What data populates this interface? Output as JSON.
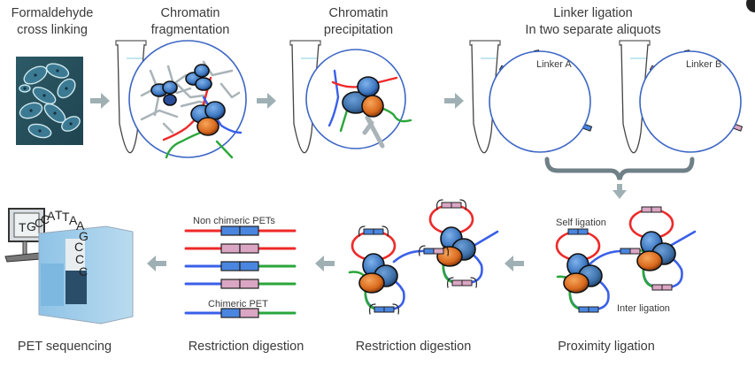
{
  "title": "ChIA-PET workflow",
  "steps": {
    "crosslink": {
      "line1": "Formaldehyde",
      "line2": "cross linking"
    },
    "fragmentation": {
      "line1": "Chromatin",
      "line2": "fragmentation"
    },
    "precipitation": {
      "line1": "Chromatin",
      "line2": "precipitation"
    },
    "linker": {
      "line1": "Linker ligation",
      "line2": "In two  separate aliquots",
      "linker_a": "Linker A",
      "linker_b": "Linker B"
    },
    "proximity": {
      "label": "Proximity ligation",
      "self": "Self ligation",
      "inter": "Inter  ligation"
    },
    "restriction1": {
      "label": "Restriction digestion"
    },
    "restriction2": {
      "label": "Restriction digestion",
      "non_chimeric": "Non chimeric PETs",
      "chimeric": "Chimeric PET"
    },
    "sequencing": {
      "label": "PET sequencing",
      "sequence": [
        "T",
        "G",
        "C",
        "C",
        "A",
        "T",
        "T",
        "A",
        "A",
        "G",
        "C",
        "C",
        "C"
      ]
    }
  },
  "colors": {
    "red": "#ee2a2a",
    "blue": "#3a5fe8",
    "green": "#2aa63a",
    "gray_strand": "#a9b4b8",
    "protein_blue": "#4a86c8",
    "protein_orange": "#e07a2a",
    "linker_a": "#4a86e0",
    "linker_b": "#dba6c4",
    "arrow": "#9fb0b4",
    "circle": "#3c66c4",
    "brace": "#6f8087"
  },
  "pets": [
    {
      "left": "red",
      "mid": [
        "linker_a",
        "linker_a"
      ],
      "right": "red"
    },
    {
      "left": "red",
      "mid": [
        "linker_b",
        "linker_b"
      ],
      "right": "red"
    },
    {
      "left": "blue",
      "mid": [
        "linker_a",
        "linker_a"
      ],
      "right": "green"
    },
    {
      "left": "blue",
      "mid": [
        "linker_b",
        "linker_b"
      ],
      "right": "green"
    },
    {
      "left": "blue",
      "mid": [
        "linker_a",
        "linker_b"
      ],
      "right": "green"
    }
  ]
}
